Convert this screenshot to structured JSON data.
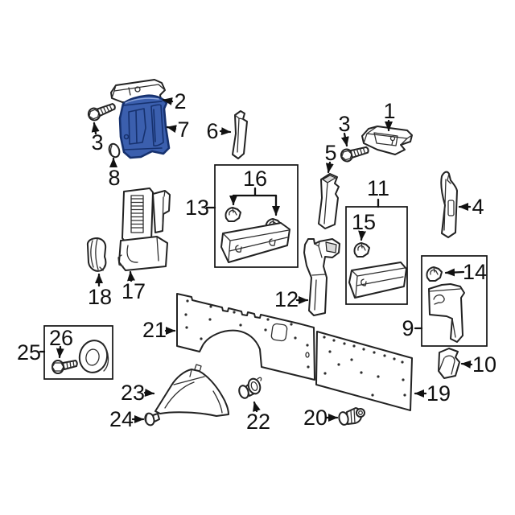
{
  "diagram": {
    "type": "exploded-parts-diagram",
    "background_color": "#ffffff",
    "line_color": "#222222",
    "highlighted_part": {
      "callout": "7",
      "fill_color": "#3b5fae",
      "outline_color": "#16316e"
    },
    "callouts": {
      "n1": "1",
      "n2": "2",
      "n3a": "3",
      "n3b": "3",
      "n4": "4",
      "n5": "5",
      "n6": "6",
      "n7": "7",
      "n8": "8",
      "n9": "9",
      "n10": "10",
      "n11": "11",
      "n12": "12",
      "n13": "13",
      "n14": "14",
      "n15": "15",
      "n16": "16",
      "n17": "17",
      "n18": "18",
      "n19": "19",
      "n20": "20",
      "n21": "21",
      "n22": "22",
      "n23": "23",
      "n24": "24",
      "n25": "25",
      "n26": "26"
    }
  }
}
